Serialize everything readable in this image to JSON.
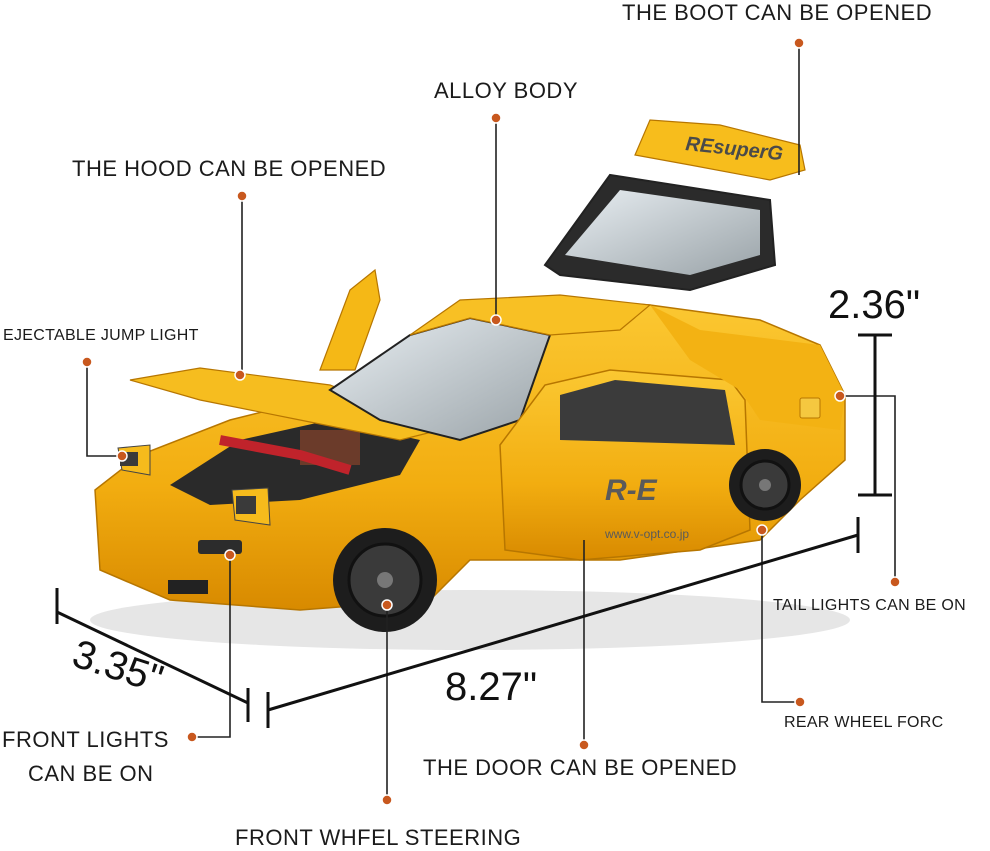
{
  "labels": {
    "boot": "THE BOOT CAN BE OPENED",
    "alloy": "ALLOY BODY",
    "hood": "THE HOOD CAN BE OPENED",
    "jump_light": "EJECTABLE JUMP LIGHT",
    "tail_lights": "TAIL LIGHTS CAN BE ON",
    "rear_wheel": "REAR WHEEL FORC",
    "front_lights_1": "FRONT LIGHTS",
    "front_lights_2": "CAN BE ON",
    "door": "THE DOOR CAN BE OPENED",
    "front_wheel": "FRONT WHFEL STEERING"
  },
  "dimensions": {
    "height": "2.36\"",
    "width": "3.35\"",
    "length": "8.27\""
  },
  "car_decals": {
    "wing": "REsuperG",
    "side": "R-E",
    "url": "www.v-opt.co.jp"
  },
  "colors": {
    "body": "#f4b412",
    "body_shadow": "#d98f00",
    "dot": "#c8581e",
    "line": "#222222"
  }
}
